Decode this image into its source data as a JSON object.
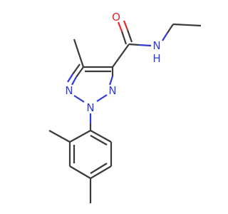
{
  "molecule": {
    "colors": {
      "carbon": "#3a3a3a",
      "nitrogen": "#2f3ad9",
      "oxygen": "#e8262b",
      "background": "#ffffff"
    },
    "atoms": [
      {
        "id": "a_me5",
        "label": "",
        "element": "C"
      },
      {
        "id": "a_c5",
        "label": "",
        "element": "C"
      },
      {
        "id": "a_c4",
        "label": "",
        "element": "C"
      },
      {
        "id": "a_n1",
        "label": "N",
        "element": "N"
      },
      {
        "id": "a_n2",
        "label": "N",
        "element": "N"
      },
      {
        "id": "a_n3",
        "label": "N",
        "element": "N"
      },
      {
        "id": "a_carb",
        "label": "",
        "element": "C"
      },
      {
        "id": "a_o",
        "label": "O",
        "element": "O"
      },
      {
        "id": "a_nh",
        "label": "N",
        "element": "N"
      },
      {
        "id": "a_h",
        "label": "H",
        "element": "H"
      },
      {
        "id": "a_et1",
        "label": "",
        "element": "C"
      },
      {
        "id": "a_et2",
        "label": "",
        "element": "C"
      },
      {
        "id": "a_p1",
        "label": "",
        "element": "C"
      },
      {
        "id": "a_p2",
        "label": "",
        "element": "C"
      },
      {
        "id": "a_me2",
        "label": "",
        "element": "C"
      },
      {
        "id": "a_p3",
        "label": "",
        "element": "C"
      },
      {
        "id": "a_p4",
        "label": "",
        "element": "C"
      },
      {
        "id": "a_me4",
        "label": "",
        "element": "C"
      },
      {
        "id": "a_p5",
        "label": "",
        "element": "C"
      },
      {
        "id": "a_p6",
        "label": "",
        "element": "C"
      }
    ]
  }
}
